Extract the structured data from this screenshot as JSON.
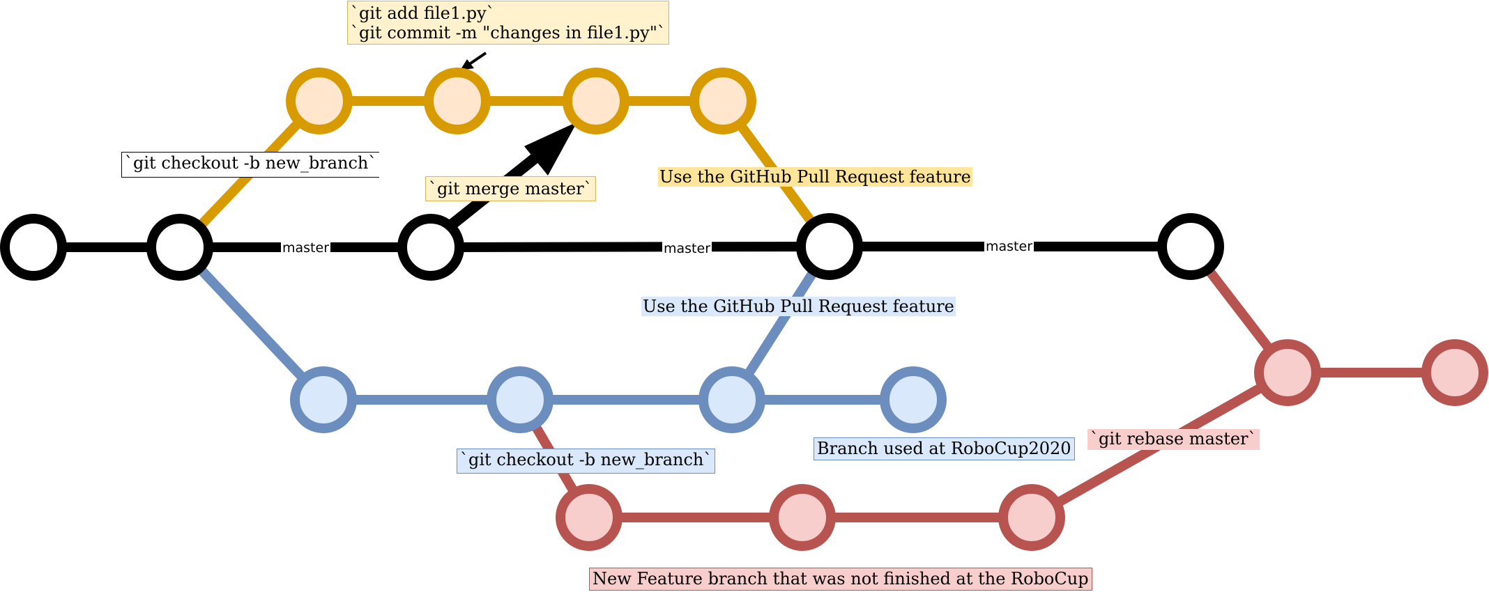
{
  "colors": {
    "master": "#000000",
    "feature_orange": "#d79b00",
    "feature_orange_fill": "#ffe6cc",
    "roboCup_blue": "#6c8ebf",
    "roboCup_blue_fill": "#dae8fc",
    "feature_red": "#b85450",
    "feature_red_fill": "#f8cecc"
  },
  "labels": {
    "add_commit_line1": "`git add file1.py`",
    "add_commit_line2": "`git commit -m \"changes in file1.py\"`",
    "checkout_top": "`git checkout -b new_branch`",
    "merge_master": "`git merge master`",
    "pr_orange": "Use the GitHub Pull Request feature",
    "pr_blue": "Use the GitHub Pull Request feature",
    "checkout_bottom": "`git checkout -b new_branch`",
    "robocup_branch": "Branch used at RoboCup2020",
    "rebase_master": "`git rebase master`",
    "new_feature": "New Feature branch that was not finished at the RoboCup",
    "master_1": "master",
    "master_2": "master",
    "master_3": "master"
  }
}
